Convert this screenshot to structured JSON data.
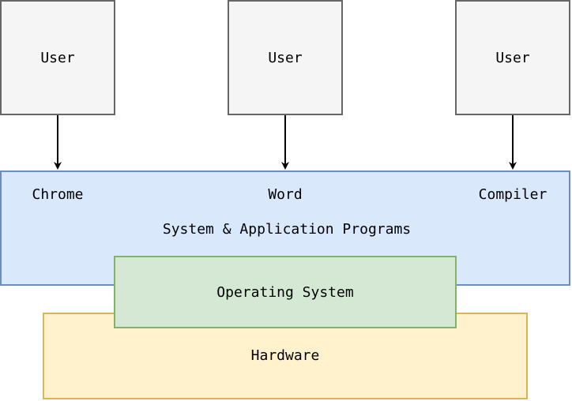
{
  "users": [
    {
      "label": "User"
    },
    {
      "label": "User"
    },
    {
      "label": "User"
    }
  ],
  "programs": {
    "apps": [
      {
        "label": "Chrome"
      },
      {
        "label": "Word"
      },
      {
        "label": "Compiler"
      }
    ],
    "title": "System & Application Programs"
  },
  "os": {
    "label": "Operating System"
  },
  "hardware": {
    "label": "Hardware"
  },
  "colors": {
    "user_fill": "#f5f5f5",
    "user_stroke": "#666666",
    "programs_fill": "#dae8fc",
    "programs_stroke": "#6c8ebf",
    "os_fill": "#d5e8d4",
    "os_stroke": "#82b366",
    "hardware_fill": "#fff2cc",
    "hardware_stroke": "#d6b656"
  }
}
